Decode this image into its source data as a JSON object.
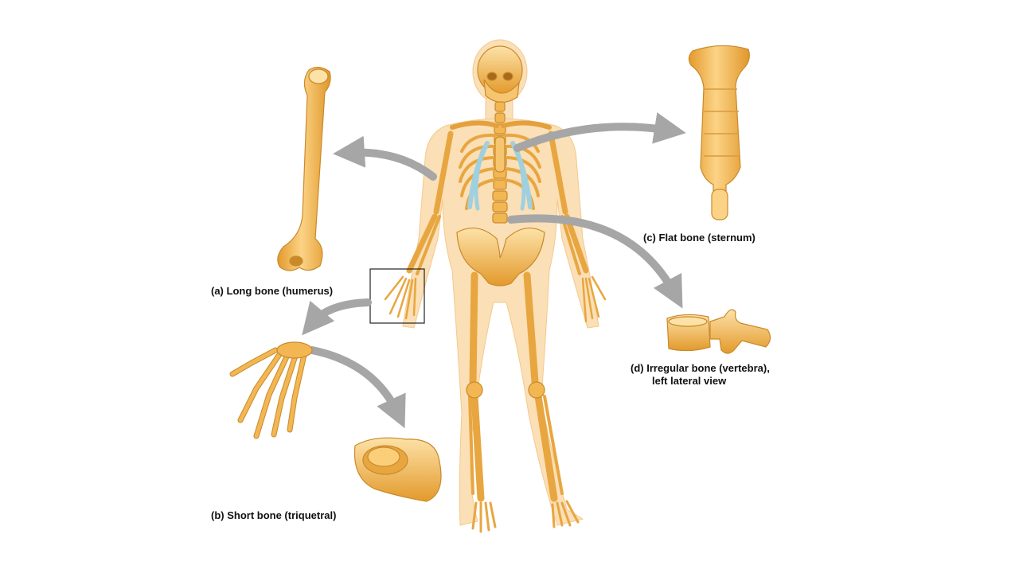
{
  "labels": {
    "long_bone": "(a) Long bone (humerus)",
    "short_bone": "(b) Short bone (triquetral)",
    "flat_bone": "(c) Flat bone (sternum)",
    "irregular_bone_line1": "(d) Irregular bone (vertebra),",
    "irregular_bone_line2": "left lateral view"
  },
  "colors": {
    "bone": "#f2b652",
    "bone_dark": "#c98a2a",
    "bone_light": "#fde2a8",
    "skin": "#fbdfb6",
    "cartilage": "#9fd0df",
    "arrow": "#a6a6a6"
  }
}
